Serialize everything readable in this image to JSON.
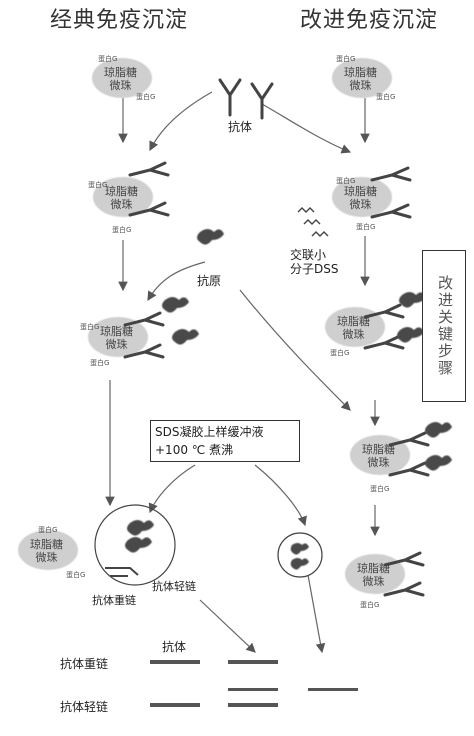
{
  "titles": {
    "classic": "经典免疫沉淀",
    "improved": "改进免疫沉淀"
  },
  "labels": {
    "antibody": "抗体",
    "antigen": "抗原",
    "crosslinker_line1": "交联小",
    "crosslinker_line2": "分子DSS",
    "bead": "琼脂糖微珠",
    "bead_line1": "琼脂糖",
    "bead_line2": "微珠",
    "protein_g": "蛋白G",
    "heavy_chain": "抗体重链",
    "light_chain": "抗体轻链"
  },
  "boxes": {
    "sds_line1": "SDS凝胶上样缓冲液",
    "sds_line2": "+100 ℃ 煮沸",
    "key_step": "改进关键步骤"
  },
  "gel": {
    "header": "抗体",
    "row_heavy": "抗体重链",
    "row_light": "抗体轻链"
  },
  "colors": {
    "arrow": "#555555",
    "bead_fill": "#c8c8c8",
    "antigen_fill": "#555555",
    "gel_background": "#dcdcdc",
    "gel_band": "#555555"
  }
}
